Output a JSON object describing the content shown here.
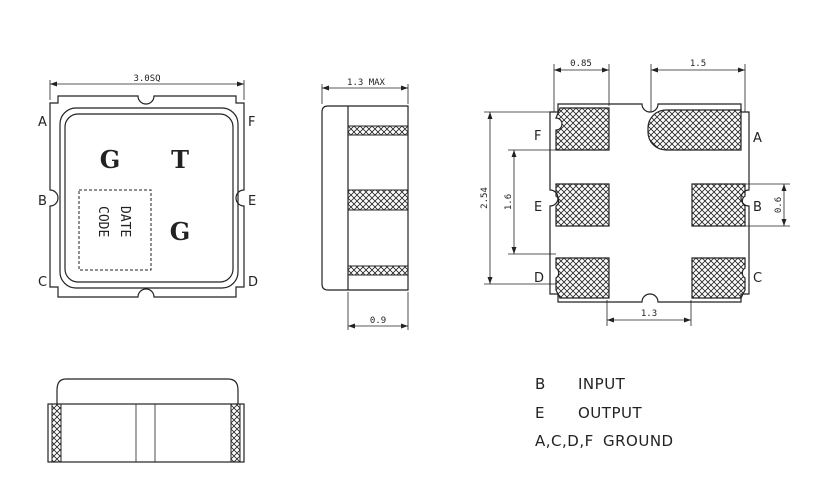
{
  "dimensions": {
    "top_width": "3.0SQ",
    "side_height": "1.3 MAX",
    "side_thickness": "0.9",
    "pad_width": "0.85",
    "pad_pitch_top": "1.5",
    "pitch_vertical_outer": "2.54",
    "pitch_vertical_inner": "1.6",
    "pad_height": "0.6",
    "pitch_bottom": "1.3"
  },
  "pins_top_view": {
    "a": "A",
    "b": "B",
    "c": "C",
    "d": "D",
    "e": "E",
    "f": "F"
  },
  "marking": {
    "t": "T",
    "g1": "G",
    "g2": "G",
    "date": "DATE",
    "code": "CODE"
  },
  "legend": [
    {
      "pin": "B",
      "function": "INPUT"
    },
    {
      "pin": "E",
      "function": "OUTPUT"
    },
    {
      "pin": "A,C,D,F",
      "function": "GROUND"
    }
  ]
}
